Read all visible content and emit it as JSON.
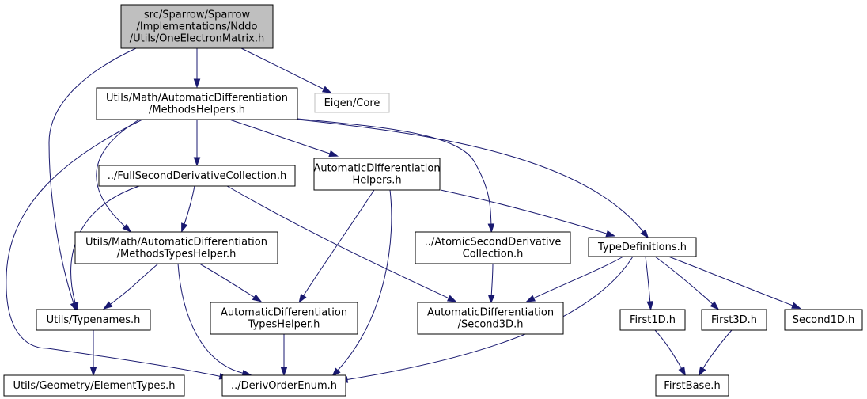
{
  "graph": {
    "nodes": [
      {
        "id": "root",
        "lines": [
          "src/Sparrow/Sparrow",
          "/Implementations/Nddo",
          "/Utils/OneElectronMatrix.h"
        ],
        "style": "root"
      },
      {
        "id": "methods-helpers",
        "lines": [
          "Utils/Math/AutomaticDifferentiation",
          "/MethodsHelpers.h"
        ],
        "style": "normal"
      },
      {
        "id": "eigen-core",
        "lines": [
          "Eigen/Core"
        ],
        "style": "external"
      },
      {
        "id": "full-second-derivative",
        "lines": [
          "../FullSecondDerivativeCollection.h"
        ],
        "style": "normal"
      },
      {
        "id": "ad-helpers",
        "lines": [
          "AutomaticDifferentiation",
          "Helpers.h"
        ],
        "style": "normal"
      },
      {
        "id": "methods-types-helper",
        "lines": [
          "Utils/Math/AutomaticDifferentiation",
          "/MethodsTypesHelper.h"
        ],
        "style": "normal"
      },
      {
        "id": "atomic-second-derivative",
        "lines": [
          "../AtomicSecondDerivative",
          "Collection.h"
        ],
        "style": "normal"
      },
      {
        "id": "type-definitions",
        "lines": [
          "TypeDefinitions.h"
        ],
        "style": "normal"
      },
      {
        "id": "typenames",
        "lines": [
          "Utils/Typenames.h"
        ],
        "style": "normal"
      },
      {
        "id": "ad-types-helper",
        "lines": [
          "AutomaticDifferentiation",
          "TypesHelper.h"
        ],
        "style": "normal"
      },
      {
        "id": "ad-second3d",
        "lines": [
          "AutomaticDifferentiation",
          "/Second3D.h"
        ],
        "style": "normal"
      },
      {
        "id": "first1d",
        "lines": [
          "First1D.h"
        ],
        "style": "normal"
      },
      {
        "id": "first3d",
        "lines": [
          "First3D.h"
        ],
        "style": "normal"
      },
      {
        "id": "second1d",
        "lines": [
          "Second1D.h"
        ],
        "style": "normal"
      },
      {
        "id": "element-types",
        "lines": [
          "Utils/Geometry/ElementTypes.h"
        ],
        "style": "normal"
      },
      {
        "id": "deriv-order-enum",
        "lines": [
          "../DerivOrderEnum.h"
        ],
        "style": "normal"
      },
      {
        "id": "first-base",
        "lines": [
          "FirstBase.h"
        ],
        "style": "normal"
      }
    ],
    "edges": [
      [
        "root",
        "methods-helpers"
      ],
      [
        "root",
        "eigen-core"
      ],
      [
        "root",
        "typenames"
      ],
      [
        "methods-helpers",
        "full-second-derivative"
      ],
      [
        "methods-helpers",
        "ad-helpers"
      ],
      [
        "methods-helpers",
        "methods-types-helper"
      ],
      [
        "methods-helpers",
        "atomic-second-derivative"
      ],
      [
        "methods-helpers",
        "type-definitions"
      ],
      [
        "methods-helpers",
        "deriv-order-enum"
      ],
      [
        "full-second-derivative",
        "methods-types-helper"
      ],
      [
        "full-second-derivative",
        "typenames"
      ],
      [
        "full-second-derivative",
        "ad-second3d"
      ],
      [
        "ad-helpers",
        "type-definitions"
      ],
      [
        "ad-helpers",
        "ad-types-helper"
      ],
      [
        "ad-helpers",
        "deriv-order-enum"
      ],
      [
        "methods-types-helper",
        "typenames"
      ],
      [
        "methods-types-helper",
        "ad-types-helper"
      ],
      [
        "methods-types-helper",
        "deriv-order-enum"
      ],
      [
        "atomic-second-derivative",
        "ad-second3d"
      ],
      [
        "type-definitions",
        "ad-second3d"
      ],
      [
        "type-definitions",
        "first1d"
      ],
      [
        "type-definitions",
        "first3d"
      ],
      [
        "type-definitions",
        "second1d"
      ],
      [
        "type-definitions",
        "deriv-order-enum"
      ],
      [
        "typenames",
        "element-types"
      ],
      [
        "ad-types-helper",
        "deriv-order-enum"
      ],
      [
        "first1d",
        "first-base"
      ],
      [
        "first3d",
        "first-base"
      ]
    ]
  }
}
